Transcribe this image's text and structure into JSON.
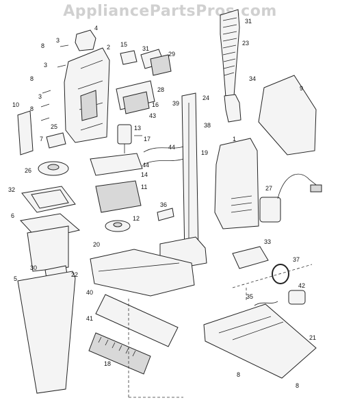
{
  "watermark": "AppliancePartsPros.com",
  "colors": {
    "line": "#222222",
    "background": "#ffffff",
    "watermark": "#aaaaaa"
  },
  "callouts": {
    "c4": "4",
    "c3a": "3",
    "c8a": "8",
    "c3b": "3",
    "c2": "2",
    "c15": "15",
    "c31a": "31",
    "c29": "29",
    "c31b": "31",
    "c23": "23",
    "c8b": "8",
    "c3c": "3",
    "c10": "10",
    "c8c": "8",
    "c16": "16",
    "c28": "28",
    "c43": "43",
    "c39": "39",
    "c24": "24",
    "c34": "34",
    "c9": "9",
    "c25": "25",
    "c7": "7",
    "c13": "13",
    "c17": "17",
    "c38": "38",
    "c1": "1",
    "c14": "14",
    "c44a": "44",
    "c44b": "44",
    "c19": "19",
    "c26": "26",
    "c27": "27",
    "c32": "32",
    "c11": "11",
    "c36": "36",
    "c6": "6",
    "c12": "12",
    "c20": "20",
    "c33": "33",
    "c30": "30",
    "c22": "22",
    "c5": "5",
    "c37": "37",
    "c40": "40",
    "c42": "42",
    "c35": "35",
    "c41": "41",
    "c21": "21",
    "c18": "18",
    "c8d": "8",
    "c8e": "8"
  }
}
